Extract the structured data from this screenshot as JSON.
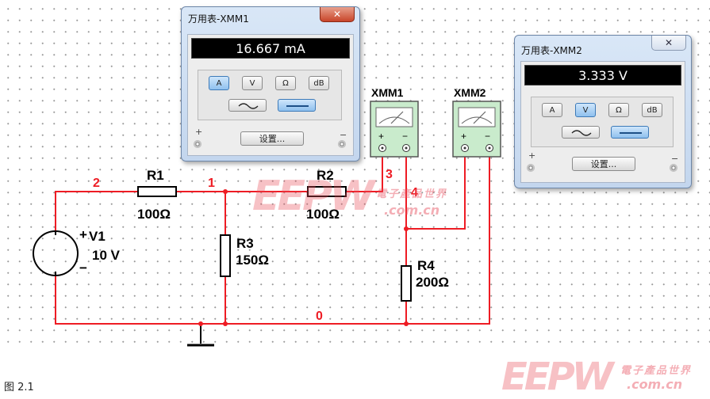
{
  "circuit": {
    "source": {
      "name": "V1",
      "value": "10 V",
      "plus": "+",
      "minus": "−"
    },
    "resistors": [
      {
        "name": "R1",
        "value": "100Ω"
      },
      {
        "name": "R2",
        "value": "100Ω"
      },
      {
        "name": "R3",
        "value": "150Ω"
      },
      {
        "name": "R4",
        "value": "200Ω"
      }
    ],
    "nodes": {
      "n0": "0",
      "n1": "1",
      "n2": "2",
      "n3": "3",
      "n4": "4"
    },
    "wire_color": "#ee1c24"
  },
  "instruments": {
    "xmm1_label": "XMM1",
    "xmm2_label": "XMM2",
    "plus": "+",
    "minus": "−"
  },
  "xmm1_window": {
    "title": "万用表-XMM1",
    "close": "✕",
    "reading": "16.667 mA",
    "mode_buttons": [
      "A",
      "V",
      "Ω",
      "dB"
    ],
    "active_mode": "A",
    "settings_label": "设置...",
    "plus": "+",
    "minus": "−"
  },
  "xmm2_window": {
    "title": "万用表-XMM2",
    "close": "✕",
    "reading": "3.333 V",
    "mode_buttons": [
      "A",
      "V",
      "Ω",
      "dB"
    ],
    "active_mode": "V",
    "settings_label": "设置...",
    "plus": "+",
    "minus": "−"
  },
  "watermark": {
    "logo": "EEPW",
    "chinese": "電子產品世界",
    "domain": ".com.cn"
  },
  "caption": "图 2.1"
}
